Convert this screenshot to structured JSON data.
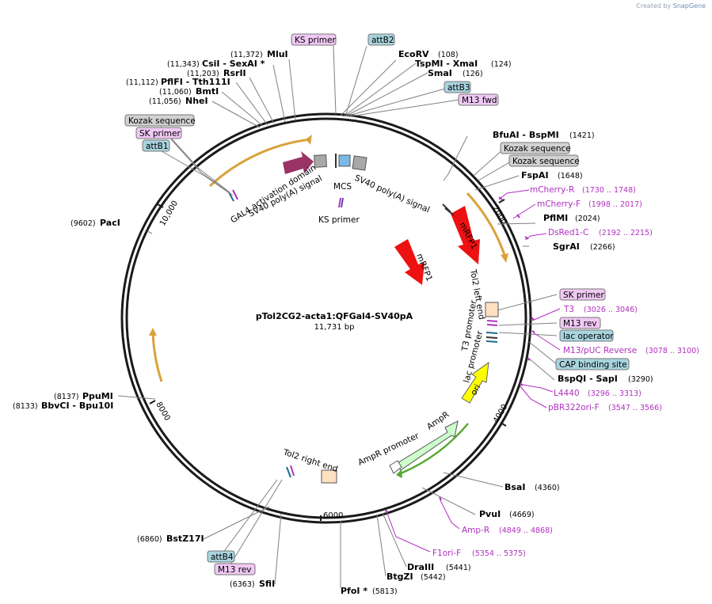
{
  "credit": {
    "prefix": "Created by",
    "brand": "SnapGene"
  },
  "plasmid": {
    "name": "pTol2CG2-acta1:QFGal4-SV40pA",
    "length_label": "11,731 bp"
  },
  "ticks": [
    "2000",
    "4000",
    "6000",
    "8000",
    "10,000"
  ],
  "enzymes": [
    {
      "name": "MluI",
      "pos": "(11,372)"
    },
    {
      "name": "CsiI  -  SexAI *",
      "pos": "(11,343)"
    },
    {
      "name": "RsrII",
      "pos": "(11,203)"
    },
    {
      "name": "PflFI  -  Tth111I",
      "pos": "(11,112)"
    },
    {
      "name": "BmtI",
      "pos": "(11,060)"
    },
    {
      "name": "NheI",
      "pos": "(11,056)"
    },
    {
      "name": "EcoRV",
      "pos": "(108)"
    },
    {
      "name": "TspMI  -  XmaI",
      "pos": "(124)"
    },
    {
      "name": "SmaI",
      "pos": "(126)"
    },
    {
      "name": "BfuAI  -  BspMI",
      "pos": "(1421)"
    },
    {
      "name": "FspAI",
      "pos": "(1648)"
    },
    {
      "name": "PflMI",
      "pos": "(2024)"
    },
    {
      "name": "SgrAI",
      "pos": "(2266)"
    },
    {
      "name": "BspQI  -  SapI",
      "pos": "(3290)"
    },
    {
      "name": "BsaI",
      "pos": "(4360)"
    },
    {
      "name": "PvuI",
      "pos": "(4669)"
    },
    {
      "name": "DraIII",
      "pos": "(5441)"
    },
    {
      "name": "BtgZI",
      "pos": "(5442)"
    },
    {
      "name": "PfoI *",
      "pos": "(5813)"
    },
    {
      "name": "SfiI",
      "pos": "(6363)"
    },
    {
      "name": "BstZ17I",
      "pos": "(6860)"
    },
    {
      "name": "PpuMI",
      "pos": "(8137)"
    },
    {
      "name": "BbvCI  -  Bpu10I",
      "pos": "(8133)"
    },
    {
      "name": "PacI",
      "pos": "(9602)"
    }
  ],
  "primer_sites": [
    {
      "name": "mCherry-R",
      "pos": "(1730 .. 1748)"
    },
    {
      "name": "mCherry-F",
      "pos": "(1998 .. 2017)"
    },
    {
      "name": "DsRed1-C",
      "pos": "(2192 .. 2215)"
    },
    {
      "name": "T3",
      "pos": "(3026 .. 3046)"
    },
    {
      "name": "M13/pUC Reverse",
      "pos": "(3078 .. 3100)"
    },
    {
      "name": "L4440",
      "pos": "(3296 .. 3313)"
    },
    {
      "name": "pBR322ori-F",
      "pos": "(3547 .. 3566)"
    },
    {
      "name": "Amp-R",
      "pos": "(4849 .. 4868)"
    },
    {
      "name": "F1ori-F",
      "pos": "(5354 .. 5375)"
    }
  ],
  "boxed_labels": [
    {
      "name": "KS primer"
    },
    {
      "name": "attB2"
    },
    {
      "name": "attB3"
    },
    {
      "name": "M13 fwd"
    },
    {
      "name": "Kozak sequence"
    },
    {
      "name": "Kozak sequence"
    },
    {
      "name": "Kozak sequence"
    },
    {
      "name": "SK primer"
    },
    {
      "name": "attB1"
    },
    {
      "name": "SK primer"
    },
    {
      "name": "M13 rev"
    },
    {
      "name": "lac operator"
    },
    {
      "name": "CAP binding site"
    },
    {
      "name": "attB4"
    },
    {
      "name": "M13 rev"
    }
  ],
  "features": [
    {
      "name": "GAL4 activation domain"
    },
    {
      "name": "SV40 poly(A) signal"
    },
    {
      "name": "MCS"
    },
    {
      "name": "SV40 poly(A) signal"
    },
    {
      "name": "KS primer"
    },
    {
      "name": "mRFP1"
    },
    {
      "name": "mRFP1"
    },
    {
      "name": "Tol2 left end"
    },
    {
      "name": "T3 promoter"
    },
    {
      "name": "lac promoter"
    },
    {
      "name": "ori"
    },
    {
      "name": "AmpR"
    },
    {
      "name": "AmpR promoter"
    },
    {
      "name": "Tol2 right end"
    }
  ],
  "colors": {
    "backbone": "#1a1a1a",
    "orf_arc": "#d9a23a",
    "orf_arc_green": "#55a832",
    "enzyme_line": "#808080",
    "primer": "#b030c0",
    "attb_box": "#a8d4de",
    "primer_box": "#f0c8f4",
    "kozak_box": "#d2d2d2",
    "mrfp1": "#ee1111",
    "gal4": "#993366",
    "ori": "#ffff00",
    "ampr": "#ccffcc",
    "tol2": "#ffe0c0"
  }
}
